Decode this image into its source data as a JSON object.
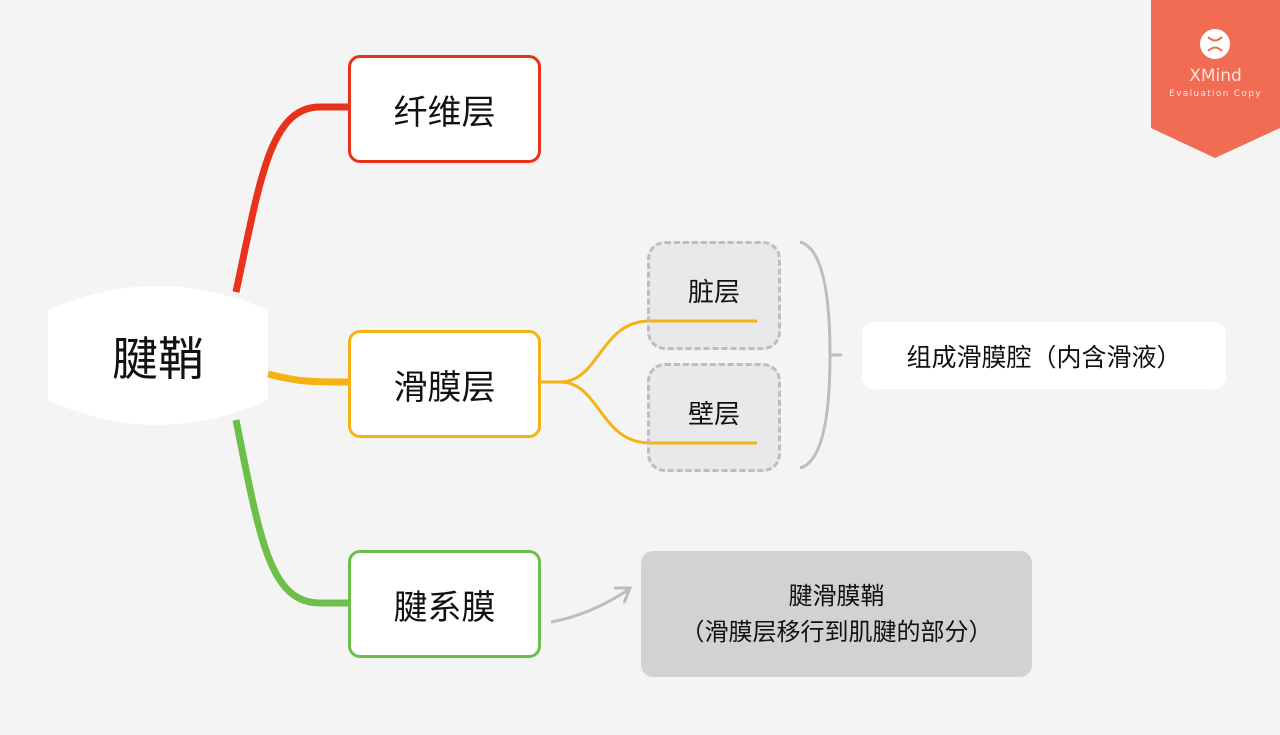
{
  "root": {
    "label": "腱鞘"
  },
  "branches": [
    {
      "label": "纤维层",
      "color": "#e8321a"
    },
    {
      "label": "滑膜层",
      "color": "#f5b214",
      "children": [
        {
          "label": "脏层"
        },
        {
          "label": "壁层"
        }
      ],
      "summary": "组成滑膜腔（内含滑液）"
    },
    {
      "label": "腱系膜",
      "color": "#6cc04a",
      "relationship_target": {
        "line1": "腱滑膜鞘",
        "line2": "（滑膜层移行到肌腱的部分）"
      }
    }
  ],
  "watermark": {
    "brand": "XMind",
    "subtitle": "Evaluation Copy",
    "color": "#f26b53"
  }
}
